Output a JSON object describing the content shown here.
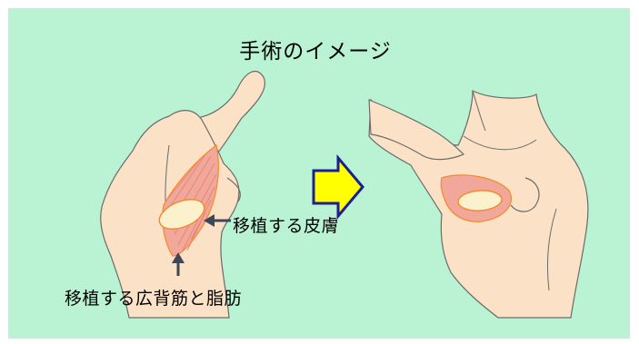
{
  "figure": {
    "title": "手術のイメージ",
    "labels": {
      "skin": "移植する皮膚",
      "muscle": "移植する広背筋と脂肪"
    },
    "colors": {
      "background": "#baf3d3",
      "skin": "#fbe1c5",
      "outline": "#6b6b6b",
      "muscle": "#f2a79b",
      "muscle_edge": "#f28a2a",
      "arrow_fill": "#ffff00",
      "arrow_border": "#1c1f8f",
      "pointer": "#3e4658"
    },
    "icons": {
      "transition": "right-arrow-icon",
      "pointer_skin": "left-arrow-icon",
      "pointer_muscle": "up-arrow-icon"
    }
  }
}
